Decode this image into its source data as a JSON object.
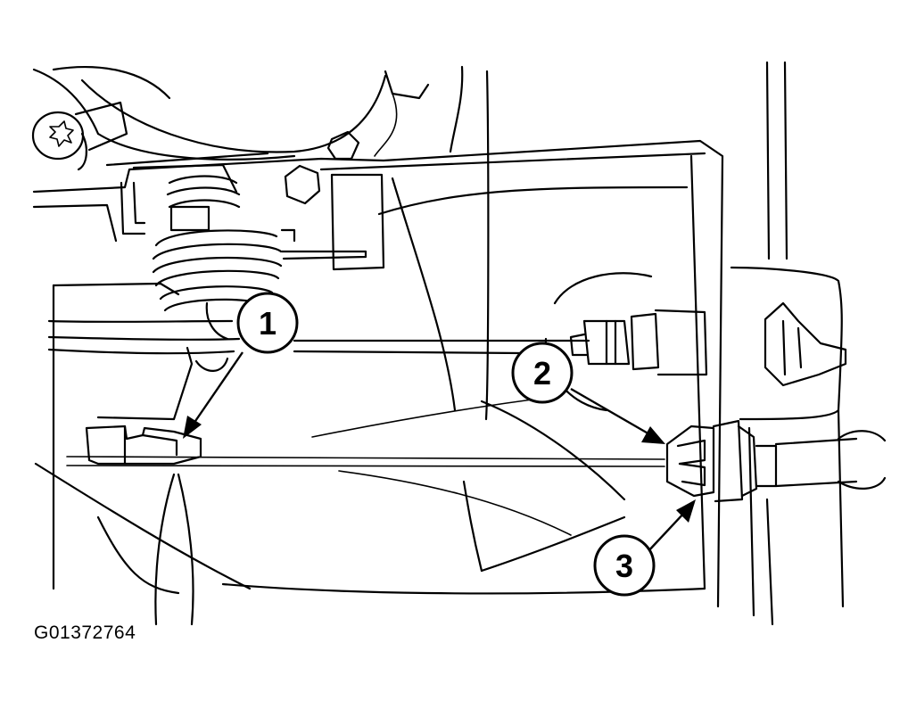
{
  "figure": {
    "id": "G01372764",
    "callouts": [
      {
        "label": "1"
      },
      {
        "label": "2"
      },
      {
        "label": "3"
      }
    ]
  },
  "colors": {
    "ink": "#000000",
    "paper": "#ffffff"
  }
}
